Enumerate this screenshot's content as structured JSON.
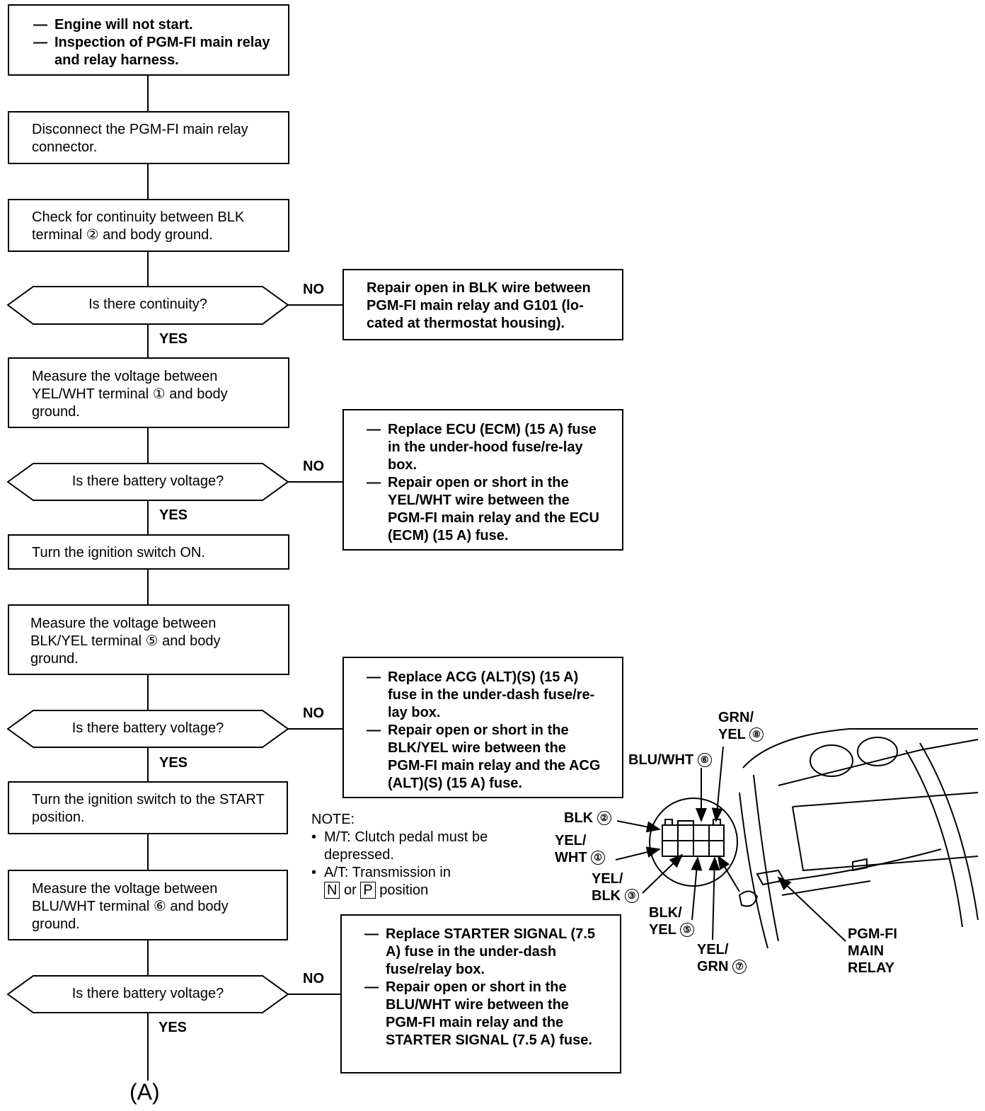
{
  "flowchart": {
    "start": [
      "Engine will not start.",
      "Inspection of PGM-FI main relay and relay harness."
    ],
    "step1": "Disconnect the PGM-FI main relay connector.",
    "step2": "Check for continuity between BLK terminal ② and body ground.",
    "decision1": "Is there continuity?",
    "fix1": "Repair open in BLK wire between PGM-FI main relay and G101 (lo-cated at thermostat housing).",
    "step3": "Measure the voltage between YEL/WHT terminal ① and body ground.",
    "decision2": "Is there battery voltage?",
    "fix2": [
      "Replace ECU (ECM) (15 A) fuse in the under-hood fuse/re-lay box.",
      "Repair open or short in the YEL/WHT wire between the PGM-FI main relay and the ECU (ECM) (15 A) fuse."
    ],
    "step4": "Turn the ignition switch ON.",
    "step5": "Measure the voltage between BLK/YEL terminal ⑤ and body ground.",
    "decision3": "Is there battery voltage?",
    "fix3": [
      "Replace ACG (ALT)(S) (15 A) fuse in the under-dash fuse/re-lay box.",
      "Repair open or short in the BLK/YEL wire between the PGM-FI main relay and the ACG (ALT)(S) (15 A) fuse."
    ],
    "step6": "Turn the ignition switch to the START position.",
    "step7": "Measure the voltage between BLU/WHT terminal ⑥ and body ground.",
    "decision4": "Is there battery voltage?",
    "fix4": [
      "Replace STARTER SIGNAL (7.5 A) fuse in the under-dash fuse/relay box.",
      "Repair open or short in the BLU/WHT wire between the PGM-FI main relay and the STARTER SIGNAL (7.5 A) fuse."
    ],
    "yes": "YES",
    "no": "NO",
    "end": "(A)"
  },
  "note": {
    "title": "NOTE:",
    "mt": "M/T: Clutch pedal must be depressed.",
    "at_prefix": "A/T: Transmission in",
    "key_n": "N",
    "or": "or",
    "key_p": "P",
    "at_suffix": "position"
  },
  "connector": {
    "grn_yel_a": "GRN/",
    "grn_yel_b": "YEL",
    "grn_yel_num": "⑧",
    "blu_wht": "BLU/WHT",
    "blu_wht_num": "⑥",
    "blk": "BLK",
    "blk_num": "②",
    "yel_wht_a": "YEL/",
    "yel_wht_b": "WHT",
    "yel_wht_num": "①",
    "yel_blk_a": "YEL/",
    "yel_blk_b": "BLK",
    "yel_blk_num": "③",
    "blk_yel_a": "BLK/",
    "blk_yel_b": "YEL",
    "blk_yel_num": "⑤",
    "yel_grn_a": "YEL/",
    "yel_grn_b": "GRN",
    "yel_grn_num": "⑦",
    "relay_a": "PGM-FI",
    "relay_b": "MAIN",
    "relay_c": "RELAY"
  }
}
